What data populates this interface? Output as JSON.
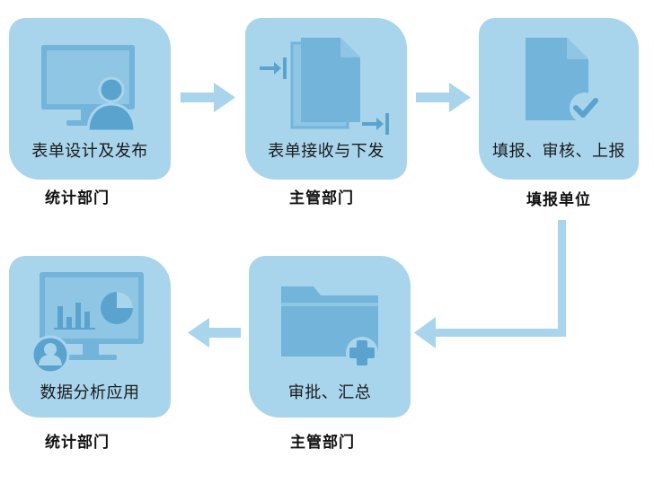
{
  "colors": {
    "card_bg": "#a8d5ec",
    "icon_fill": "#72b4da",
    "icon_dark": "#5aa3cf",
    "arrow": "#a8d5ec"
  },
  "steps": [
    {
      "label": "表单设计及发布",
      "department": "统计部门",
      "icon": "monitor-user-icon"
    },
    {
      "label": "表单接收与下发",
      "department": "主管部门",
      "icon": "documents-transfer-icon"
    },
    {
      "label": "填报、审核、上报",
      "department": "填报单位",
      "icon": "document-check-icon"
    },
    {
      "label": "审批、汇总",
      "department": "主管部门",
      "icon": "folder-add-icon"
    },
    {
      "label": "数据分析应用",
      "department": "统计部门",
      "icon": "monitor-analytics-icon"
    }
  ]
}
